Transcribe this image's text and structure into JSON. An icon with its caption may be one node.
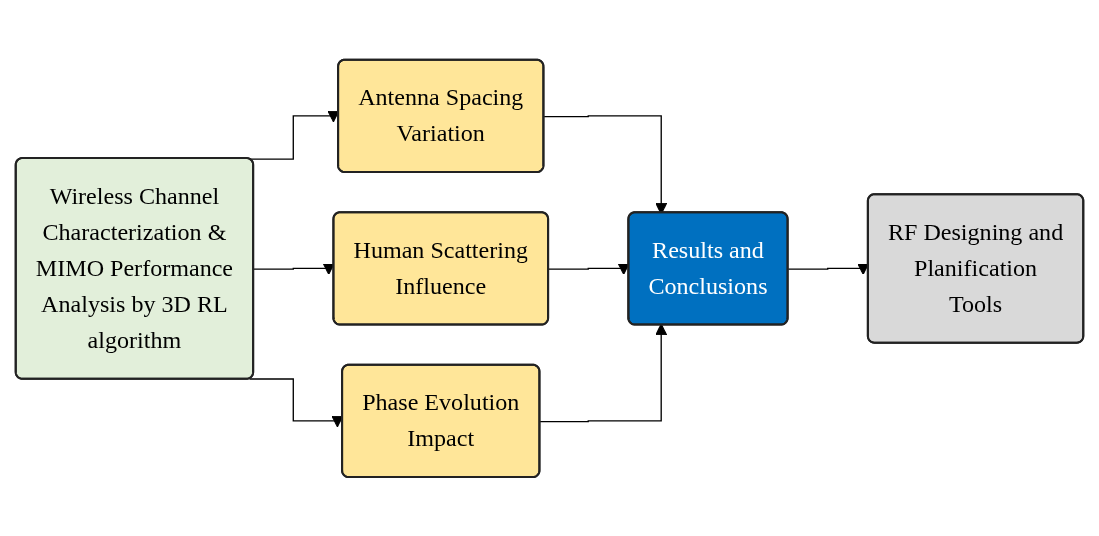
{
  "diagram": {
    "nodes": [
      {
        "text": [
          "Wireless Channel Characterization & MIMO Performance Analysis by 3D RL algorithm"
        ]
      },
      {
        "text": [
          "Antenna Spacing Variation"
        ]
      },
      {
        "text": [
          "Human Scattering Influence"
        ]
      },
      {
        "text": [
          "Phase Evolution Impact"
        ]
      },
      {
        "text": [
          "Results and Conclusions"
        ]
      },
      {
        "text": [
          "RF Designing and Planification Tools"
        ]
      }
    ],
    "edges": [
      {
        "from": 0,
        "to": 1,
        "arrow": "to"
      },
      {
        "from": 0,
        "to": 2,
        "arrow": "to"
      },
      {
        "from": 0,
        "to": 3,
        "arrow": "to"
      },
      {
        "from": 1,
        "to": 4,
        "arrow": "to"
      },
      {
        "from": 2,
        "to": 4,
        "arrow": "to"
      },
      {
        "from": 3,
        "to": 4,
        "arrow": "to"
      },
      {
        "from": 4,
        "to": 5,
        "arrow": "to"
      }
    ]
  }
}
